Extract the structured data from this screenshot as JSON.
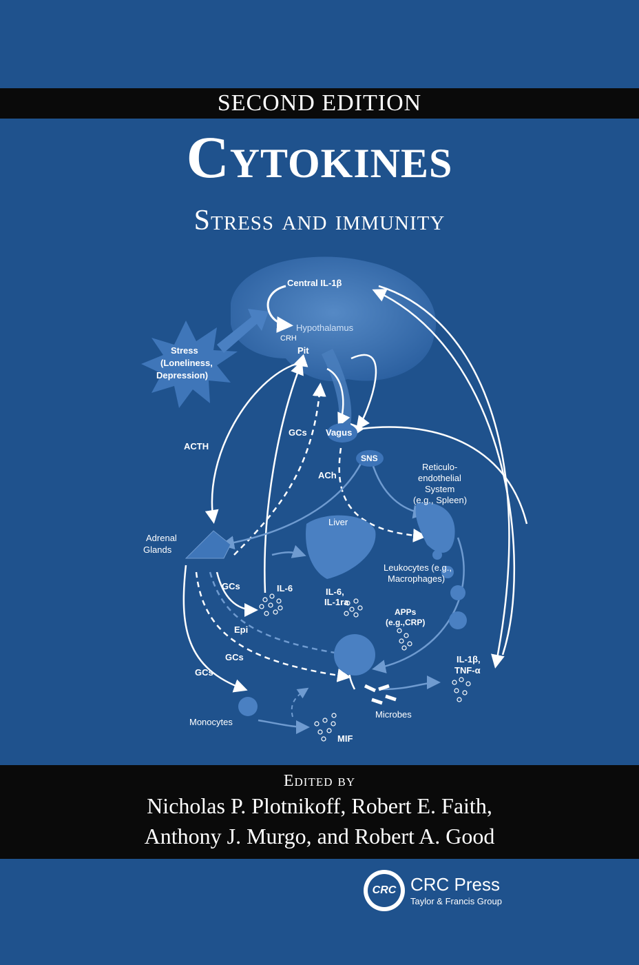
{
  "cover": {
    "edition": "SECOND EDITION",
    "title": "Cytokines",
    "subtitle": "Stress and immunity"
  },
  "figure": {
    "labels": {
      "central_il1b": "Central IL-1β",
      "hypothalamus": "Hypothalamus",
      "crh": "CRH",
      "pit": "Pit",
      "stress": "Stress",
      "loneliness": "(Loneliness,",
      "depression": "Depression)",
      "acth": "ACTH",
      "gcs_top": "GCs",
      "vagus": "Vagus",
      "sns": "SNS",
      "ach": "ACh",
      "reticulo1": "Reticulo-",
      "reticulo2": "endothelial",
      "reticulo3": "System",
      "reticulo4": "(e.g., Spleen)",
      "adrenal1": "Adrenal",
      "adrenal2": "Glands",
      "liver": "Liver",
      "leuko1": "Leukocytes (e.g.,",
      "leuko2": "Macrophages)",
      "gcs_left": "GCs",
      "il6_left": "IL-6",
      "il6_liver1": "IL-6,",
      "il6_liver2": "IL-1ra",
      "apps1": "APPs",
      "apps2": "(e.g.,CRP)",
      "epi": "Epi",
      "gcs_mid": "GCs",
      "gcs_low": "GCs",
      "il1b_tnf1": "IL-1β,",
      "il1b_tnf2": "TNF-α",
      "microbes": "Microbes",
      "monocytes": "Monocytes",
      "mif": "MIF"
    }
  },
  "credits": {
    "edited_by": "Edited by",
    "editors_line1": "Nicholas P. Plotnikoff, Robert E. Faith,",
    "editors_line2": "Anthony J. Murgo, and Robert A. Good"
  },
  "publisher": {
    "logo_text": "CRC",
    "name": "CRC Press",
    "group": "Taylor & Francis Group"
  },
  "colors": {
    "background": "#1f528d",
    "band": "#0a0a0a",
    "text": "#ffffff"
  }
}
